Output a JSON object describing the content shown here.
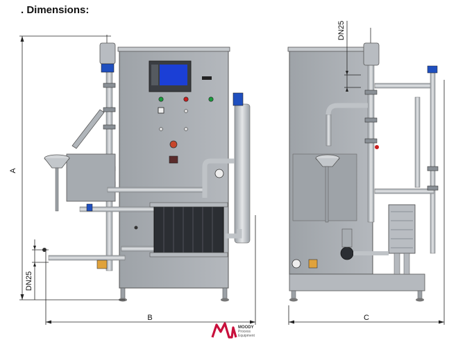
{
  "heading": ". Dimensions:",
  "labels": {
    "height": "A",
    "width_front": "B",
    "width_side": "C",
    "inlet_front": "DN25",
    "inlet_side": "DN25"
  },
  "logo": {
    "brand": "MOODY",
    "line1": "Process",
    "line2": "Equipment",
    "color": "#c8103c"
  },
  "colors": {
    "cabinet": "#a9aeb3",
    "cabinet_dark": "#8e9399",
    "pipe": "#c9ccd0",
    "plate_dark": "#2b2e33",
    "screen": "#1b3fd6",
    "blue_accent": "#1f4fbf"
  }
}
